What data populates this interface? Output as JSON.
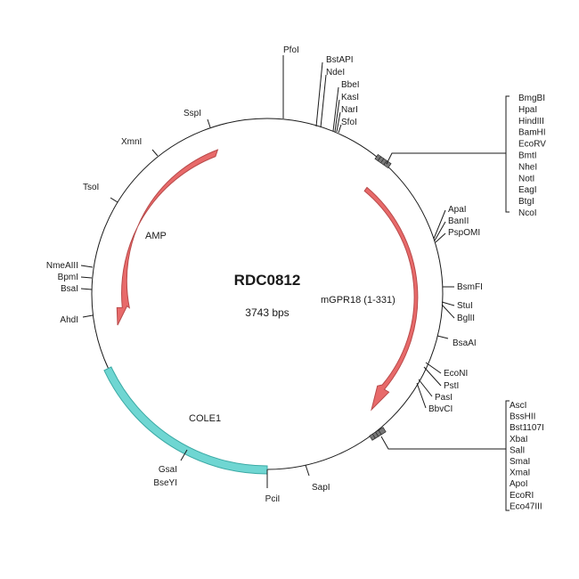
{
  "plasmid": {
    "name": "RDC0812",
    "size_label": "3743 bps"
  },
  "colors": {
    "backbone": "#1a1a1a",
    "arrow_fill": "#e86a6a",
    "arrow_stroke": "#b84a4a",
    "cole1_fill": "#6fd6d2",
    "cole1_stroke": "#3aa9a4"
  },
  "features": {
    "amp": "AMP",
    "mgpr18": "mGPR18 (1-331)",
    "cole1": "COLE1"
  },
  "sites": {
    "pfol": "PfoI",
    "bstapi": "BstAPI",
    "ndei": "NdeI",
    "bbei": "BbeI",
    "kasi": "KasI",
    "nari": "NarI",
    "sfoi": "SfoI",
    "sspi": "SspI",
    "xmni": "XmnI",
    "tsoi": "TsoI",
    "nmeaiii": "NmeAIII",
    "bpmi": "BpmI",
    "bsai": "BsaI",
    "ahdi": "AhdI",
    "gsai": "GsaI",
    "bseyi": "BseYI",
    "pcii": "PciI",
    "sapi": "SapI",
    "apai": "ApaI",
    "banii": "BanII",
    "psp_omi": "PspOMI",
    "bsmfi": "BsmFI",
    "stui": "StuI",
    "bglii": "BglII",
    "bsaai": "BsaAI",
    "econi": "EcoNI",
    "psti": "PstI",
    "pasi": "PasI",
    "bbvci": "BbvCI"
  },
  "mcs_top": [
    "BmgBI",
    "HpaI",
    "HindIII",
    "BamHI",
    "EcoRV",
    "BmtI",
    "NheI",
    "NotI",
    "EagI",
    "BtgI",
    "NcoI"
  ],
  "mcs_bottom": [
    "AscI",
    "BssHII",
    "Bst1107I",
    "XbaI",
    "SalI",
    "SmaI",
    "XmaI",
    "ApoI",
    "EcoRI",
    "Eco47III"
  ]
}
